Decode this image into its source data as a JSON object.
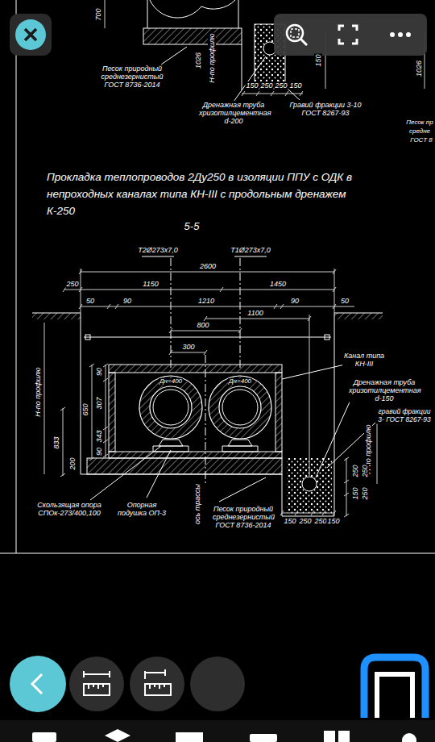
{
  "diagram": {
    "title": "Прокладка теплопроводов 2Ду250 в изоляции ППУ с ОДК в непроходных каналах типа КН-III с продольным дренажем К-250",
    "nodes": [
      {
        "text": [
          "Дн=400"
        ]
      },
      {
        "text": [
          "Дн=400"
        ]
      }
    ],
    "labels": [
      "700",
      "Песок природный среднезернистый ГОСТ 8736-2014",
      "1026",
      "Н-по профилю",
      "150",
      "150",
      "250",
      "250",
      "150",
      "Дренажная труба хризотилцементная d-200",
      "Гравий фракции 3-10 ГОСТ 8267-93",
      "1026",
      "Песок пр",
      "средне",
      "ГОСТ 8",
      "5-5",
      "Т2Ø273х7,0",
      "Т1Ø273х7,0",
      "2600",
      "250",
      "1150",
      "1450",
      "50",
      "90",
      "1210",
      "90",
      "50",
      "1100",
      "800",
      "300",
      "90",
      "307",
      "650",
      "343",
      "90",
      "833",
      "200",
      "Н-по профилю",
      "Канал типа КН-III",
      "Дренажная труба хризотилцементная d-150",
      "гравий фракции 3- ГОСТ 8267-93",
      "Н-по профилю",
      "250",
      "250",
      "150",
      "250",
      "Скользящая опора СПОк-273/400,100",
      "Опорная подушка ОП-3",
      "ось трассы",
      "Песок природный среднезернистый ГОСТ 8736-2014",
      "150",
      "250",
      "250",
      "150"
    ]
  }
}
